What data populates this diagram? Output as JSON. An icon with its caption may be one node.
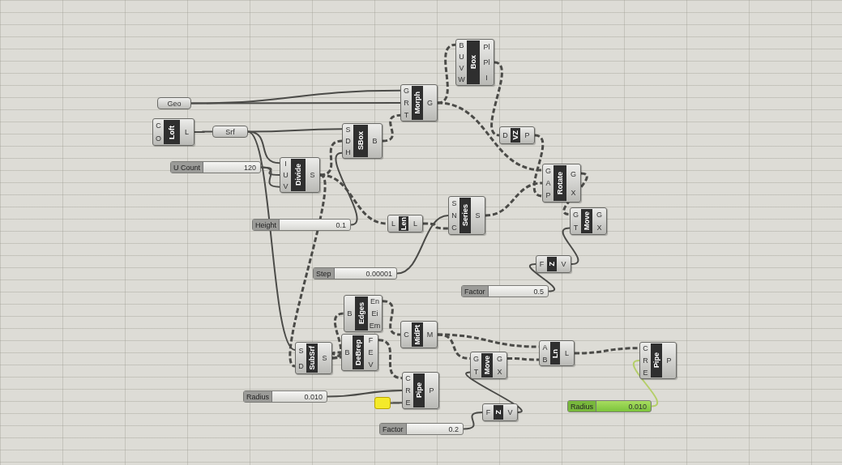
{
  "diagram": {
    "nodes": [
      {
        "text": [
          "Geo"
        ]
      },
      {
        "text": [
          "C",
          "O",
          "Loft",
          "L"
        ]
      },
      {
        "text": [
          "Srf"
        ]
      },
      {
        "text": [
          "U Count",
          "120"
        ]
      },
      {
        "text": [
          "I",
          "U",
          "V",
          "Divide",
          "S"
        ]
      },
      {
        "text": [
          "S",
          "D",
          "H",
          "SBox",
          "B"
        ]
      },
      {
        "text": [
          "G",
          "R",
          "T",
          "Morph",
          "G"
        ]
      },
      {
        "text": [
          "B",
          "U",
          "V",
          "W",
          "Box",
          "Pl",
          "Pl",
          "I"
        ]
      },
      {
        "text": [
          "D",
          "VZ",
          "P"
        ]
      },
      {
        "text": [
          "G",
          "A",
          "P",
          "Rotate",
          "G",
          "X"
        ]
      },
      {
        "text": [
          "G",
          "T",
          "Move",
          "G",
          "X"
        ]
      },
      {
        "text": [
          "L",
          "Len",
          "L"
        ]
      },
      {
        "text": [
          "S",
          "N",
          "C",
          "Series",
          "S"
        ]
      },
      {
        "text": [
          "Height",
          "0.1"
        ]
      },
      {
        "text": [
          "Step",
          "0.00001"
        ]
      },
      {
        "text": [
          "F",
          "Z",
          "V"
        ]
      },
      {
        "text": [
          "Factor",
          "0.5"
        ]
      },
      {
        "text": [
          "B",
          "Edges",
          "En",
          "Ei",
          "Em"
        ]
      },
      {
        "text": [
          "C",
          "MidPt",
          "M"
        ]
      },
      {
        "text": [
          "S",
          "D",
          "SubSrf",
          "S"
        ]
      },
      {
        "text": [
          "B",
          "DeBrep",
          "F",
          "E",
          "V"
        ]
      },
      {
        "text": [
          "G",
          "T",
          "Move",
          "G",
          "X"
        ]
      },
      {
        "text": [
          "A",
          "B",
          "Ln",
          "L"
        ]
      },
      {
        "text": [
          "C",
          "R",
          "E",
          "Pipe",
          "P"
        ]
      },
      {
        "text": [
          "Radius",
          "0.010"
        ]
      },
      {
        "text": [
          "C",
          "R",
          "E",
          "Pipe",
          "P"
        ]
      },
      {
        "text": [],
        "shape": "box"
      },
      {
        "text": [
          "F",
          "Z",
          "V"
        ]
      },
      {
        "text": [
          "Factor",
          "0.2"
        ]
      },
      {
        "text": [
          "Radius",
          "0.010"
        ]
      }
    ],
    "edges": [
      {
        "from": 0,
        "to": 6,
        "arrow": "none"
      },
      {
        "from": 0,
        "to": 6,
        "arrow": "none"
      },
      {
        "from": 1,
        "to": 2,
        "arrow": "none"
      },
      {
        "from": 2,
        "to": 5,
        "arrow": "none"
      },
      {
        "from": 2,
        "to": 4,
        "arrow": "none"
      },
      {
        "from": 2,
        "to": 19,
        "arrow": "none"
      },
      {
        "from": 3,
        "to": 4,
        "arrow": "none"
      },
      {
        "from": 3,
        "to": 4,
        "arrow": "none"
      },
      {
        "from": 4,
        "to": 5,
        "arrow": "none",
        "style": "dashed"
      },
      {
        "from": 13,
        "to": 5,
        "arrow": "none"
      },
      {
        "from": 5,
        "to": 6,
        "arrow": "none",
        "style": "dashed"
      },
      {
        "from": 6,
        "to": 7,
        "arrow": "none",
        "style": "dashed"
      },
      {
        "from": 6,
        "to": 9,
        "arrow": "none",
        "style": "dashed"
      },
      {
        "from": 7,
        "to": 8,
        "arrow": "none",
        "style": "dashed"
      },
      {
        "from": 8,
        "to": 9,
        "arrow": "none",
        "style": "dashed"
      },
      {
        "from": 12,
        "to": 9,
        "arrow": "none",
        "style": "dashed"
      },
      {
        "from": 9,
        "to": 10,
        "arrow": "none",
        "style": "dashed"
      },
      {
        "from": 15,
        "to": 10,
        "arrow": "none"
      },
      {
        "from": 16,
        "to": 15,
        "arrow": "none"
      },
      {
        "from": 4,
        "to": 11,
        "arrow": "none",
        "style": "dashed"
      },
      {
        "from": 11,
        "to": 12,
        "arrow": "none",
        "style": "dashed"
      },
      {
        "from": 14,
        "to": 12,
        "arrow": "none"
      },
      {
        "from": 4,
        "to": 19,
        "arrow": "none",
        "style": "dashed"
      },
      {
        "from": 19,
        "to": 17,
        "arrow": "none",
        "style": "dashed"
      },
      {
        "from": 19,
        "to": 20,
        "arrow": "none",
        "style": "dashed"
      },
      {
        "from": 17,
        "to": 18,
        "arrow": "none",
        "style": "dashed"
      },
      {
        "from": 18,
        "to": 22,
        "arrow": "none",
        "style": "dashed"
      },
      {
        "from": 18,
        "to": 21,
        "arrow": "none",
        "style": "dashed"
      },
      {
        "from": 21,
        "to": 22,
        "arrow": "none",
        "style": "dashed"
      },
      {
        "from": 27,
        "to": 21,
        "arrow": "none"
      },
      {
        "from": 28,
        "to": 27,
        "arrow": "none"
      },
      {
        "from": 22,
        "to": 23,
        "arrow": "none",
        "style": "dashed"
      },
      {
        "from": 29,
        "to": 23,
        "arrow": "none",
        "color": "#b5cf6a"
      },
      {
        "from": 20,
        "to": 25,
        "arrow": "none",
        "style": "dashed"
      },
      {
        "from": 24,
        "to": 25,
        "arrow": "none"
      },
      {
        "from": 26,
        "to": 25,
        "arrow": "none"
      }
    ]
  }
}
